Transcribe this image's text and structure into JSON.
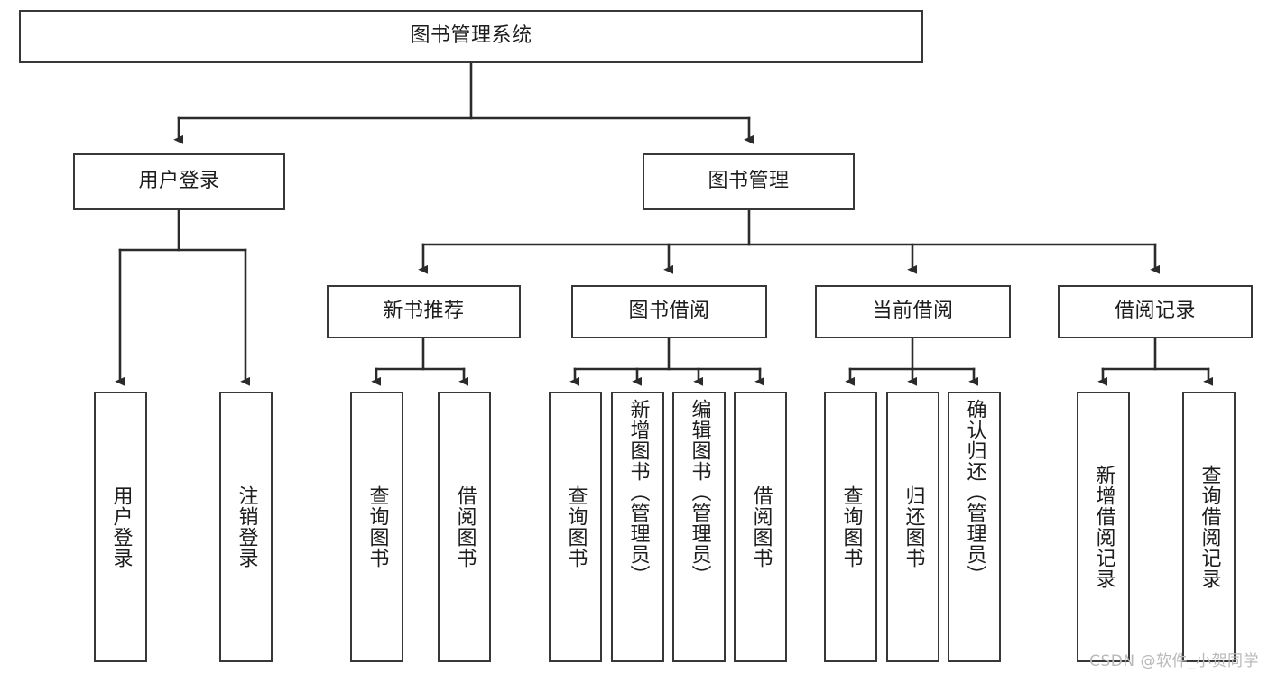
{
  "diagram": {
    "type": "hierarchy-tree",
    "title": "图书管理系统",
    "watermark": "CSDN @软件_小贺同学",
    "colors": {
      "box_stroke": "#36383a",
      "box_fill": "#ffffff",
      "connector": "#2b2b2b",
      "text": "#1d1d1d",
      "watermark": "#b9b9b9",
      "background": "#ffffff"
    },
    "nodes": {
      "root": {
        "id": "root",
        "label": "图书管理系统",
        "level": 1,
        "orientation": "horizontal"
      },
      "level2": [
        {
          "id": "user-login",
          "label": "用户登录",
          "level": 2,
          "orientation": "horizontal"
        },
        {
          "id": "book-management",
          "label": "图书管理",
          "level": 2,
          "orientation": "horizontal"
        }
      ],
      "level3": [
        {
          "id": "new-book-recommend",
          "label": "新书推荐",
          "level": 3,
          "orientation": "horizontal"
        },
        {
          "id": "book-borrow",
          "label": "图书借阅",
          "level": 3,
          "orientation": "horizontal"
        },
        {
          "id": "current-borrow",
          "label": "当前借阅",
          "level": 3,
          "orientation": "horizontal"
        },
        {
          "id": "borrow-record",
          "label": "借阅记录",
          "level": 3,
          "orientation": "horizontal"
        }
      ],
      "leaves": [
        {
          "id": "leaf-user-login",
          "label": "用户登录",
          "parent": "user-login",
          "orientation": "vertical"
        },
        {
          "id": "leaf-logout-login",
          "label": "注销登录",
          "parent": "user-login",
          "orientation": "vertical"
        },
        {
          "id": "leaf-query-book-1",
          "label": "查询图书",
          "parent": "new-book-recommend",
          "orientation": "vertical"
        },
        {
          "id": "leaf-borrow-book-1",
          "label": "借阅图书",
          "parent": "new-book-recommend",
          "orientation": "vertical"
        },
        {
          "id": "leaf-query-book-2",
          "label": "查询图书",
          "parent": "book-borrow",
          "orientation": "vertical"
        },
        {
          "id": "leaf-add-book",
          "label": "新增图书（管理员）",
          "parent": "book-borrow",
          "orientation": "vertical"
        },
        {
          "id": "leaf-edit-book",
          "label": "编辑图书（管理员）",
          "parent": "book-borrow",
          "orientation": "vertical"
        },
        {
          "id": "leaf-borrow-book-2",
          "label": "借阅图书",
          "parent": "book-borrow",
          "orientation": "vertical"
        },
        {
          "id": "leaf-query-book-3",
          "label": "查询图书",
          "parent": "current-borrow",
          "orientation": "vertical"
        },
        {
          "id": "leaf-return-book",
          "label": "归还图书",
          "parent": "current-borrow",
          "orientation": "vertical"
        },
        {
          "id": "leaf-confirm-return",
          "label": "确认归还（管理员）",
          "parent": "current-borrow",
          "orientation": "vertical"
        },
        {
          "id": "leaf-add-record",
          "label": "新增借阅记录",
          "parent": "borrow-record",
          "orientation": "vertical"
        },
        {
          "id": "leaf-query-record",
          "label": "查询借阅记录",
          "parent": "borrow-record",
          "orientation": "vertical"
        }
      ]
    }
  }
}
